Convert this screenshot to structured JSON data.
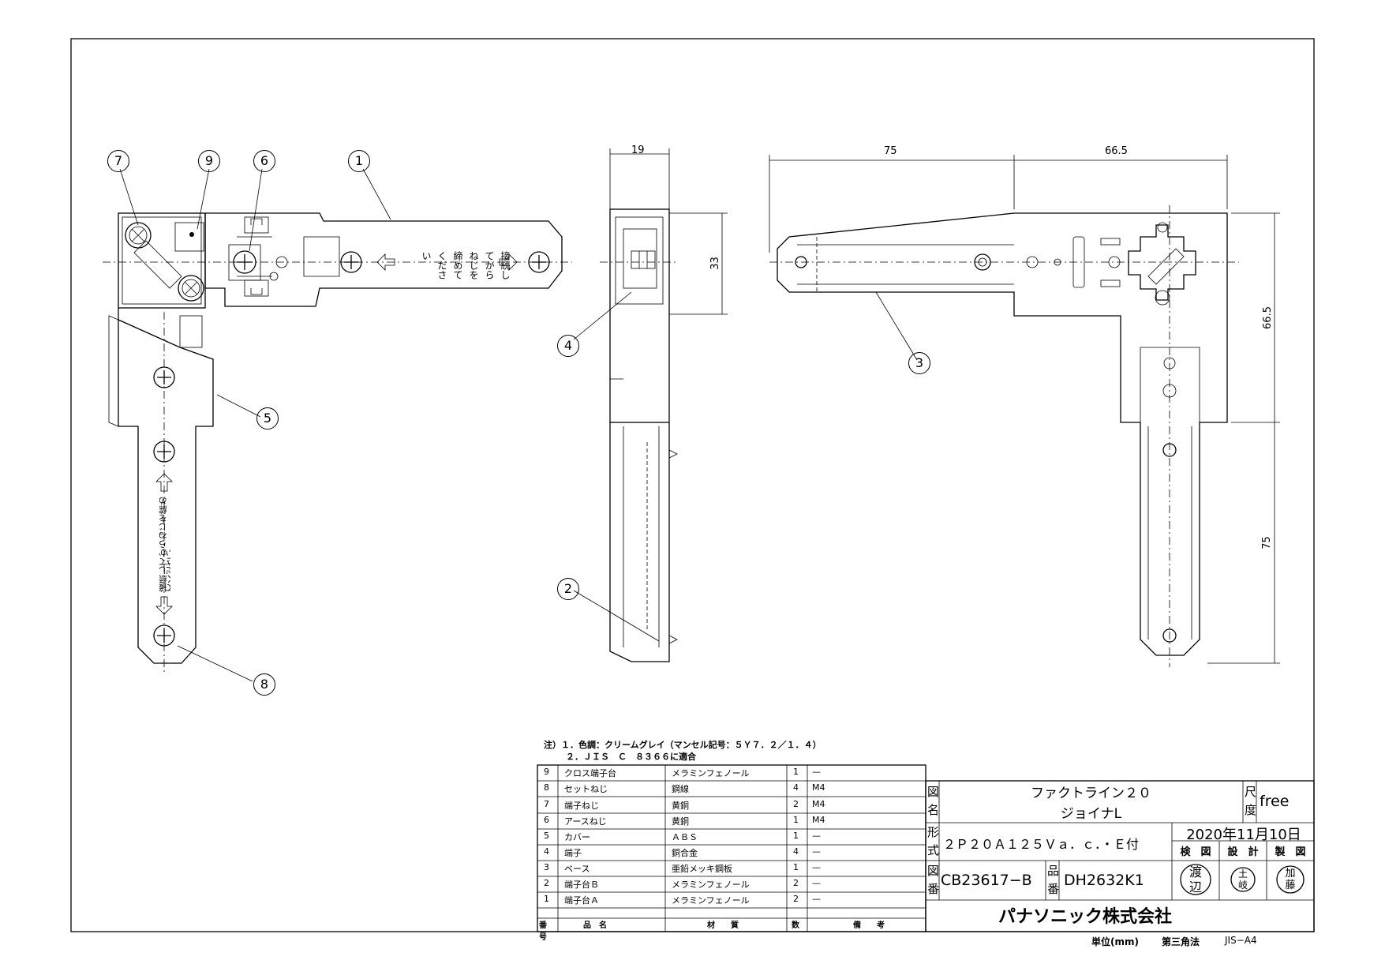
{
  "dimensions": {
    "side_width": "19",
    "side_height": "33",
    "right_top_left": "75",
    "right_top_right": "66.5",
    "right_vert_upper": "66.5",
    "right_vert_lower": "75"
  },
  "callouts": [
    "1",
    "2",
    "3",
    "4",
    "5",
    "6",
    "7",
    "8",
    "9"
  ],
  "front_view_label": [
    "接",
    "続",
    "し",
    "て",
    "か",
    "ら",
    "ね",
    "じ",
    "を",
    "締",
    "め",
    "て",
    "く",
    "だ",
    "さ",
    "い"
  ],
  "front_vertical_text": "接続してからねじを締めてください",
  "notes": {
    "line1": "注）１．色調：クリームグレイ（マンセル記号：５Ｙ７．２／１．４）",
    "line2": "２．ＪＩＳ　Ｃ　８３６６に適合"
  },
  "parts_table": {
    "headers": {
      "no": "番号",
      "name": "品　名",
      "material": "材　　質",
      "qty": "数",
      "remark": "備　　考"
    },
    "rows": [
      {
        "no": "9",
        "name": "クロス端子台",
        "material": "メラミンフェノール",
        "qty": "1",
        "remark": "—"
      },
      {
        "no": "8",
        "name": "セットねじ",
        "material": "鋼線",
        "qty": "4",
        "remark": "M4"
      },
      {
        "no": "7",
        "name": "端子ねじ",
        "material": "黄銅",
        "qty": "2",
        "remark": "M4"
      },
      {
        "no": "6",
        "name": "アースねじ",
        "material": "黄銅",
        "qty": "1",
        "remark": "M4"
      },
      {
        "no": "5",
        "name": "カバー",
        "material": "ＡＢＳ",
        "qty": "1",
        "remark": "—"
      },
      {
        "no": "4",
        "name": "端子",
        "material": "銅合金",
        "qty": "4",
        "remark": "—"
      },
      {
        "no": "3",
        "name": "ベース",
        "material": "亜鉛メッキ鋼板",
        "qty": "1",
        "remark": "—"
      },
      {
        "no": "2",
        "name": "端子台Ｂ",
        "material": "メラミンフェノール",
        "qty": "2",
        "remark": "—"
      },
      {
        "no": "1",
        "name": "端子台Ａ",
        "material": "メラミンフェノール",
        "qty": "2",
        "remark": "—"
      }
    ]
  },
  "title_block": {
    "label_zumei": [
      "図",
      "名"
    ],
    "title_line1": "ファクトライン２０",
    "title_line2": "ジョイナL",
    "label_scale": [
      "尺",
      "度"
    ],
    "scale": "free",
    "label_type": [
      "形",
      "式"
    ],
    "type": "２Ｐ２０Ａ１２５Ｖａ．ｃ．・Ｅ付",
    "date": "2020年11月10日",
    "label_drawing_no": [
      "図",
      "番"
    ],
    "drawing_no": "CB23617−B",
    "label_part_no": [
      "品",
      "番"
    ],
    "part_no": "DH2632K1",
    "sign_headers": [
      "検　図",
      "設　計",
      "製　図"
    ],
    "stamps": [
      [
        "渡",
        "辺"
      ],
      [
        "土",
        "岐"
      ],
      [
        "加",
        "藤"
      ]
    ],
    "company": "パナソニック株式会社",
    "footer_unit": "単位(mm)",
    "footer_projection": "第三角法",
    "footer_size": "JIS−A4"
  }
}
